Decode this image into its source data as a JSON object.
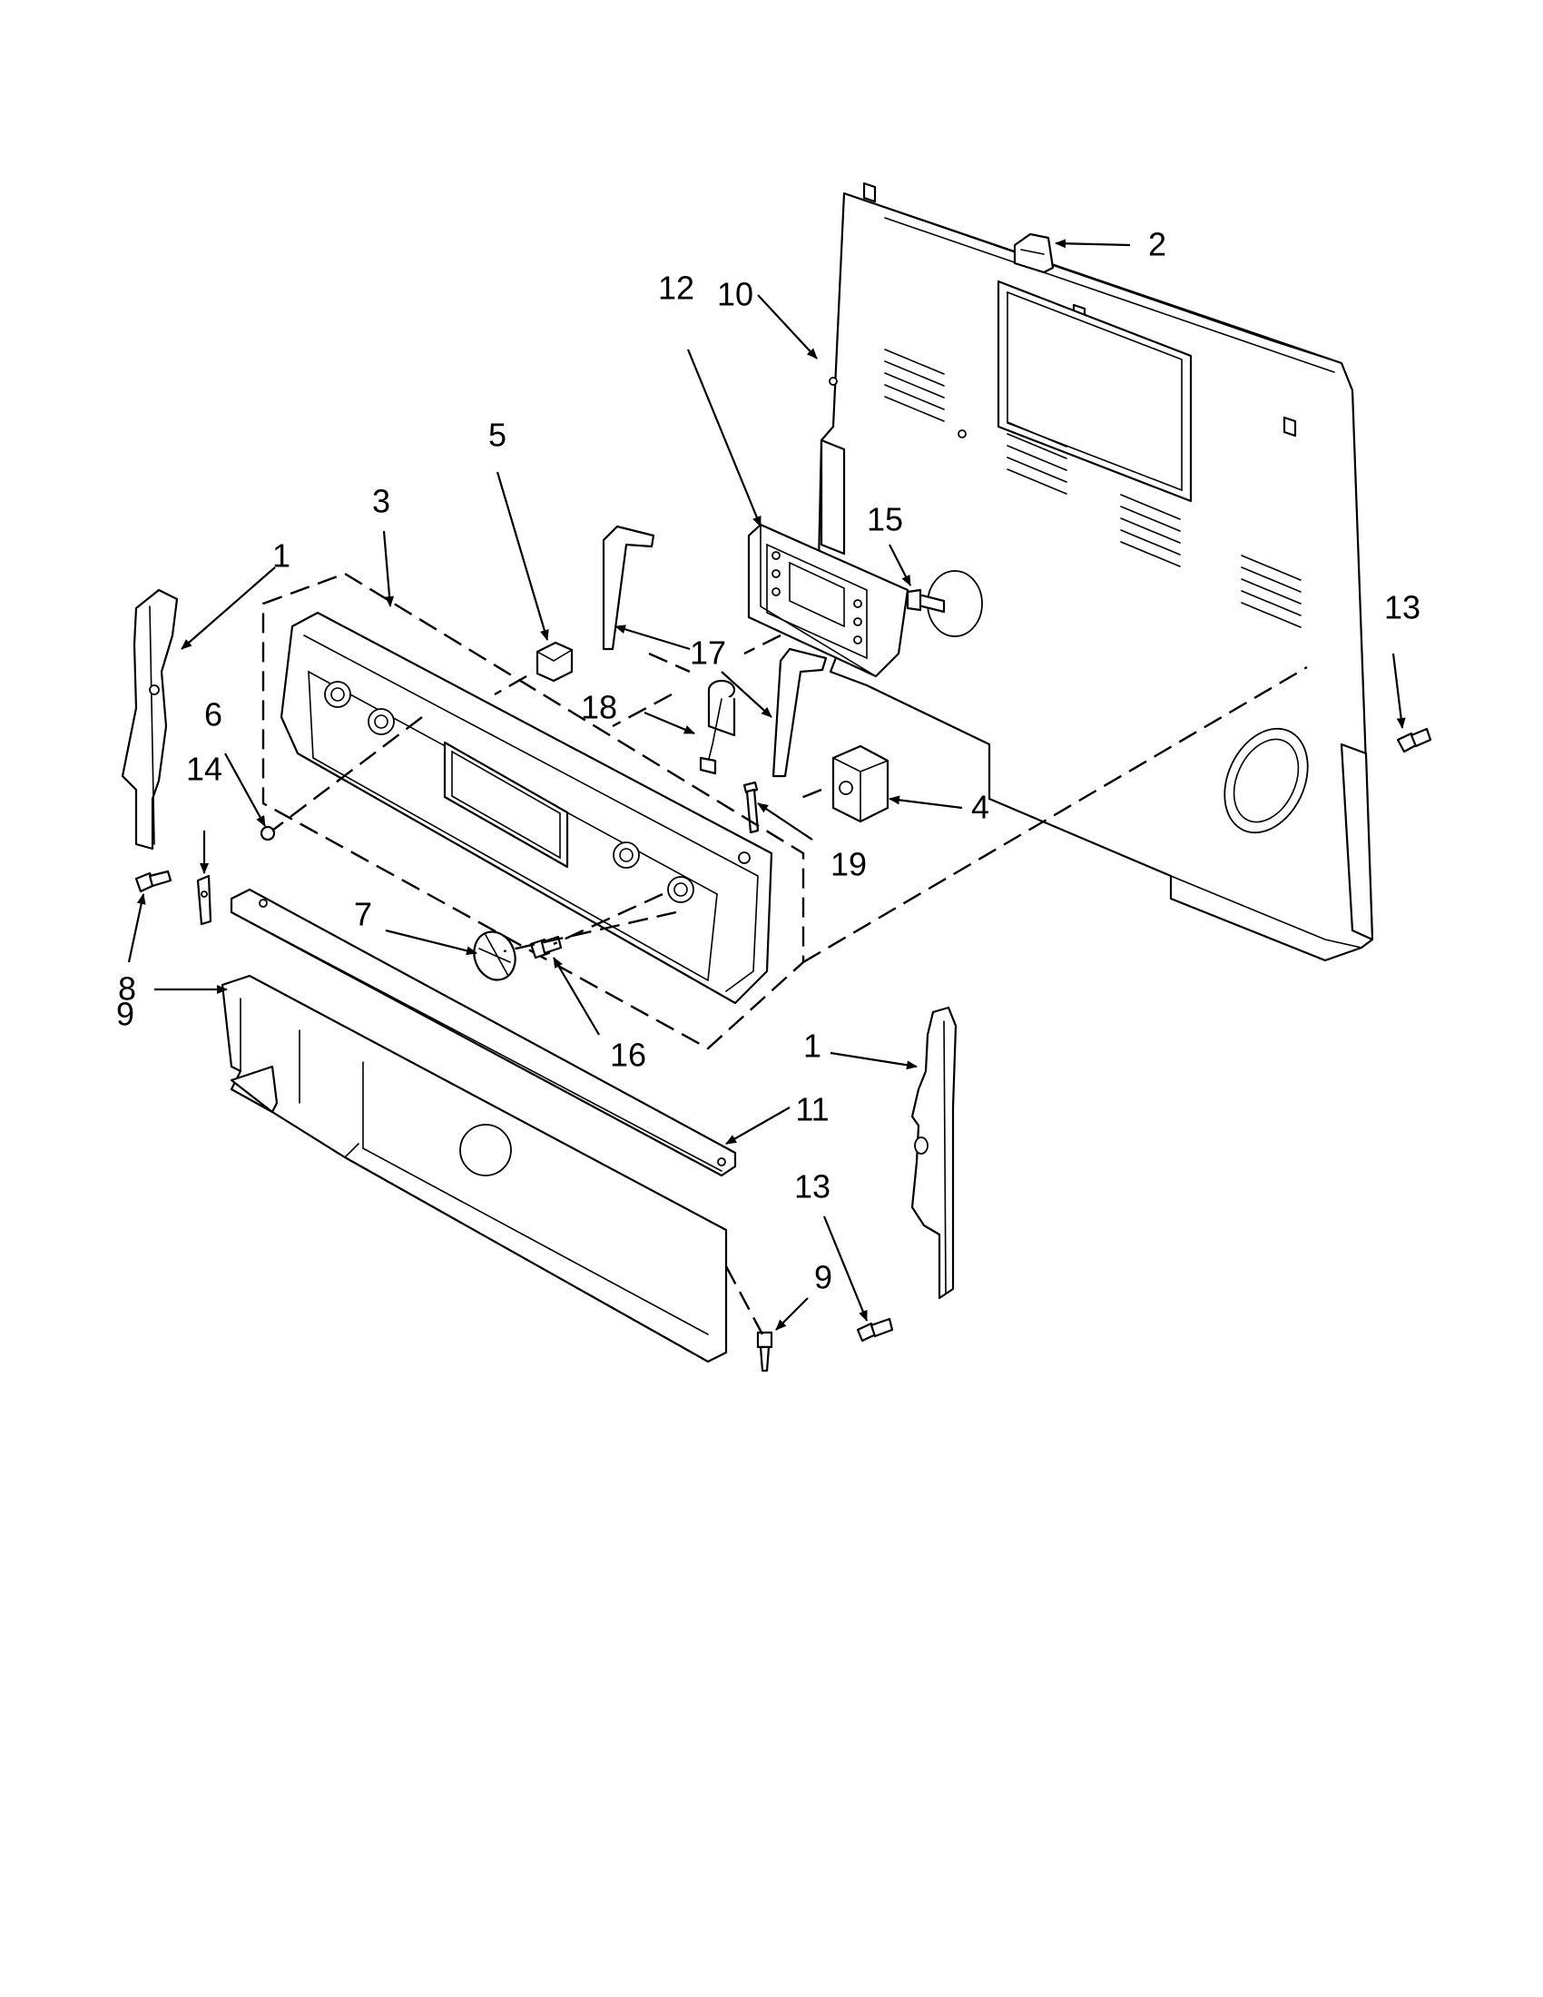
{
  "callouts": [
    {
      "label": "1"
    },
    {
      "label": "1"
    },
    {
      "label": "2"
    },
    {
      "label": "3"
    },
    {
      "label": "4"
    },
    {
      "label": "5"
    },
    {
      "label": "6"
    },
    {
      "label": "7"
    },
    {
      "label": "8"
    },
    {
      "label": "9"
    },
    {
      "label": "9"
    },
    {
      "label": "10"
    },
    {
      "label": "11"
    },
    {
      "label": "12"
    },
    {
      "label": "13"
    },
    {
      "label": "13"
    },
    {
      "label": "14"
    },
    {
      "label": "15"
    },
    {
      "label": "16"
    },
    {
      "label": "17"
    },
    {
      "label": "18"
    },
    {
      "label": "19"
    }
  ]
}
